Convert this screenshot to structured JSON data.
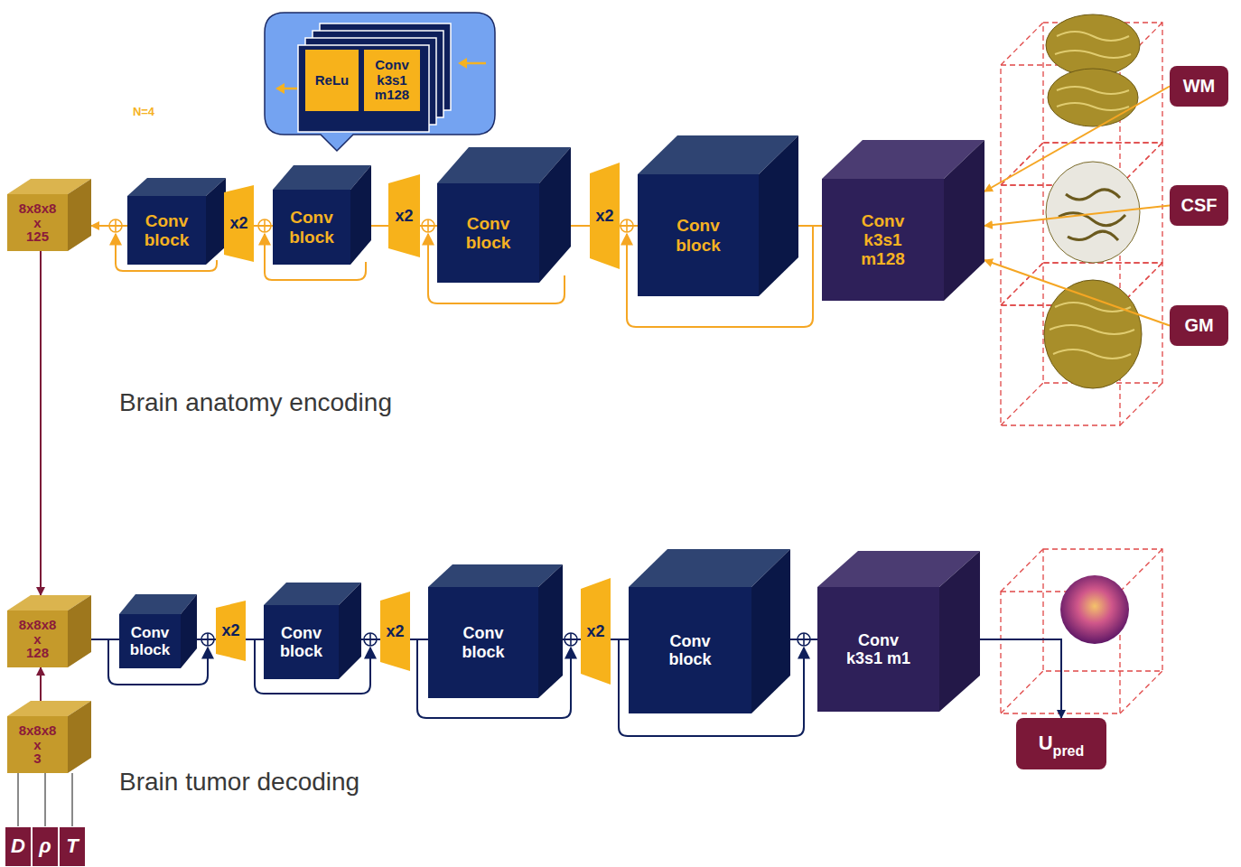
{
  "diagram": {
    "nodes": [
      {
        "text": [
          "Brain anatomy encoding"
        ]
      },
      {
        "text": [
          "N=4"
        ],
        "in": 0
      },
      {
        "text": [
          "ReLu"
        ],
        "in": 1
      },
      {
        "text": [
          "Conv k3s1 m128"
        ],
        "in": 1
      },
      {
        "text": [
          "Conv block"
        ],
        "in": 0
      },
      {
        "text": [
          "x2"
        ],
        "in": 0
      },
      {
        "text": [
          "Conv block"
        ],
        "in": 0
      },
      {
        "text": [
          "x2"
        ],
        "in": 0
      },
      {
        "text": [
          "Conv block"
        ],
        "in": 0
      },
      {
        "text": [
          "x2"
        ],
        "in": 0
      },
      {
        "text": [
          "Conv block"
        ],
        "in": 0
      },
      {
        "text": [
          "Conv k3s1 m128"
        ],
        "in": 0
      },
      {
        "text": [
          "8x8x8 x 125"
        ]
      },
      {
        "text": [
          "WM"
        ]
      },
      {
        "text": [
          "CSF"
        ]
      },
      {
        "text": [
          "GM"
        ]
      },
      {
        "text": [
          "Brain tumor decoding"
        ]
      },
      {
        "text": [
          "Conv block"
        ],
        "in": 16
      },
      {
        "text": [
          "x2"
        ],
        "in": 16
      },
      {
        "text": [
          "Conv block"
        ],
        "in": 16
      },
      {
        "text": [
          "x2"
        ],
        "in": 16
      },
      {
        "text": [
          "Conv block"
        ],
        "in": 16
      },
      {
        "text": [
          "x2"
        ],
        "in": 16
      },
      {
        "text": [
          "Conv block"
        ],
        "in": 16
      },
      {
        "text": [
          "Conv k3s1 m1"
        ],
        "in": 16
      },
      {
        "text": [
          "8x8x8 x 128"
        ]
      },
      {
        "text": [
          "8x8x8 x 3"
        ]
      },
      {
        "text": [
          "D"
        ]
      },
      {
        "text": [
          "ρ"
        ]
      },
      {
        "text": [
          "T"
        ]
      },
      {
        "text": [
          "U",
          "pred"
        ]
      }
    ],
    "edges": [
      {
        "from": 11,
        "to": 10,
        "arrow": "none"
      },
      {
        "from": 10,
        "to": 9,
        "arrow": "none"
      },
      {
        "from": 9,
        "to": 8,
        "arrow": "none"
      },
      {
        "from": 8,
        "to": 7,
        "arrow": "none"
      },
      {
        "from": 7,
        "to": 6,
        "arrow": "none"
      },
      {
        "from": 6,
        "to": 5,
        "arrow": "none"
      },
      {
        "from": 5,
        "to": 4,
        "arrow": "none"
      },
      {
        "from": 4,
        "to": 12,
        "arrow": "to"
      },
      {
        "from": 13,
        "to": 11,
        "arrow": "to"
      },
      {
        "from": 14,
        "to": 11,
        "arrow": "to"
      },
      {
        "from": 15,
        "to": 11,
        "arrow": "to"
      },
      {
        "from": 12,
        "to": 25,
        "arrow": "to"
      },
      {
        "from": 26,
        "to": 25,
        "arrow": "to"
      },
      {
        "from": 27,
        "to": 26,
        "arrow": "none"
      },
      {
        "from": 28,
        "to": 26,
        "arrow": "none"
      },
      {
        "from": 29,
        "to": 26,
        "arrow": "none"
      },
      {
        "from": 25,
        "to": 17,
        "arrow": "none"
      },
      {
        "from": 17,
        "to": 18,
        "arrow": "none"
      },
      {
        "from": 18,
        "to": 19,
        "arrow": "none"
      },
      {
        "from": 19,
        "to": 20,
        "arrow": "none"
      },
      {
        "from": 20,
        "to": 21,
        "arrow": "none"
      },
      {
        "from": 21,
        "to": 22,
        "arrow": "none"
      },
      {
        "from": 22,
        "to": 23,
        "arrow": "none"
      },
      {
        "from": 23,
        "to": 24,
        "arrow": "none"
      },
      {
        "from": 24,
        "to": 30,
        "arrow": "to"
      }
    ]
  }
}
